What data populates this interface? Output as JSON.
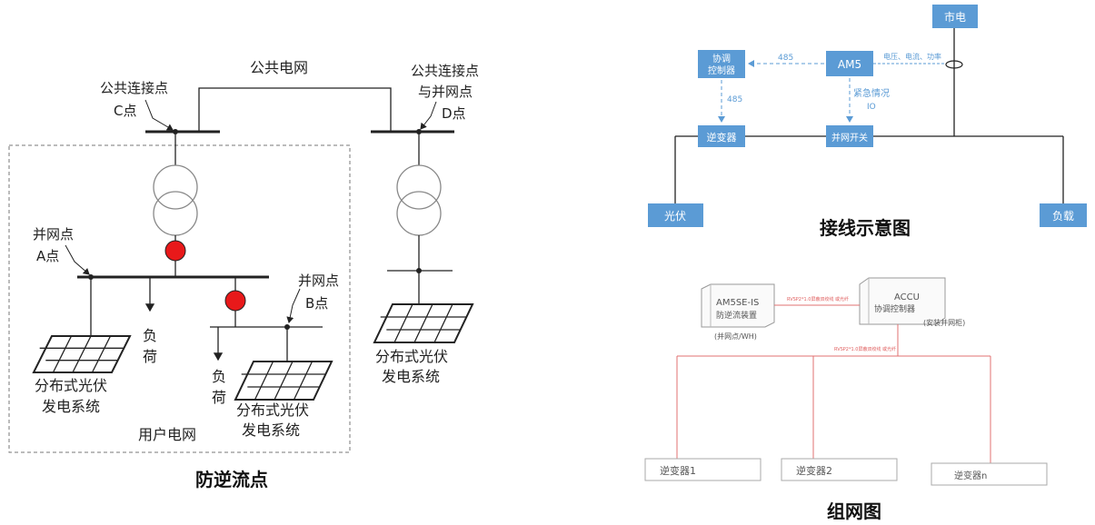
{
  "left_diagram": {
    "caption": "防逆流点",
    "public_grid": "公共电网",
    "c_point": {
      "line1": "公共连接点",
      "line2": "C点"
    },
    "d_point": {
      "line1": "公共连接点",
      "line2": "与并网点",
      "line3": "D点"
    },
    "a_point": {
      "line1": "并网点",
      "line2": "A点"
    },
    "b_point": {
      "line1": "并网点",
      "line2": "B点"
    },
    "load1": {
      "line1": "负",
      "line2": "荷"
    },
    "load2": {
      "line1": "负",
      "line2": "荷"
    },
    "pv1": {
      "line1": "分布式光伏",
      "line2": "发电系统"
    },
    "pv2": {
      "line1": "分布式光伏",
      "line2": "发电系统"
    },
    "pv3": {
      "line1": "分布式光伏",
      "line2": "发电系统"
    },
    "user_grid": "用户电网"
  },
  "wiring_diagram": {
    "caption": "接线示意图",
    "utility": "市电",
    "ams": "AM5",
    "ams_measure": "电压、电流、功率",
    "coord_line1": "协调",
    "coord_line2": "控制器",
    "link_485_h": "485",
    "link_485_v": "485",
    "emergency": "紧急情况",
    "io": "IO",
    "inverter": "逆变器",
    "grid_switch": "并网开关",
    "pv": "光伏",
    "load": "负载"
  },
  "network_diagram": {
    "caption": "组网图",
    "meter_name": "AM5SE-IS",
    "meter_sub": "防逆流装置",
    "meter_note": "(并网点/WH)",
    "ctrl_name": "ACCU",
    "ctrl_sub": "协调控制器",
    "ctrl_note": "(安装并网柜)",
    "link_top": "RVSP2*1.0屏蔽双绞线 或光纤",
    "link_bottom": "RVSP2*1.0屏蔽双绞线 或光纤",
    "inv1": "逆变器1",
    "inv2": "逆变器2",
    "inv3": "逆变器n"
  },
  "colors": {
    "box_blue": "#5b9bd5",
    "red_node": "#e8191a",
    "red_wire": "#e07070"
  }
}
